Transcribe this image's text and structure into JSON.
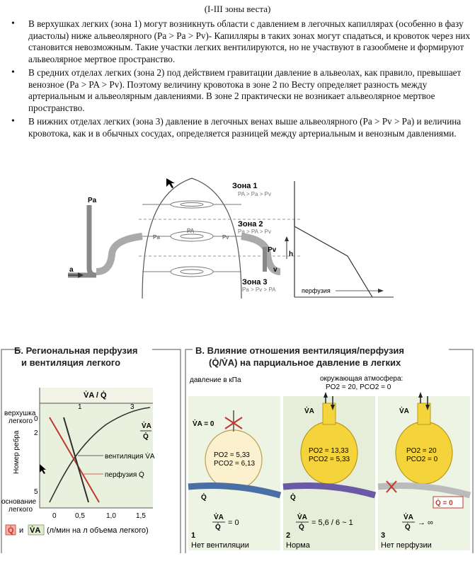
{
  "title": "(I-III зоны веста)",
  "bullets": [
    "В верхушках легких (зона 1) могут возникнуть области с давлением в легочных капиллярах (особенно в фазу диастолы) ниже альвеолярного (Pa > Pa > Pv)- Капилляры в таких зонах могут спадаться, и кровоток через них становится невозможным. Такие участки легких вентилируются, но не участвуют в газообмене и формируют альвеолярное мертвое пространство.",
    "В средних отделах легких (зона 2) под действием гравитации давление в альвеолах, как правило, превышает венозное (Pa > PA > Pv). Поэтому величину кровотока в зоне 2 по Весту определяет разность между артериальным и альвеолярным давлениями. В зоне 2 практически не возникает альвеолярное мертвое пространство.",
    "В нижних отделах легких (зона 3) давление в легочных венах выше альвеолярного (Pa > Pv > Pa) и величина кровотока, как и в обычных сосудах, определяется разницей между артериальным и венозным давлениями."
  ],
  "west": {
    "zone1": "Зона 1",
    "zone1_formula": "PA > Pa > Pv",
    "zone2": "Зона 2",
    "zone2_formula": "Pa > PA > Pv",
    "zone3": "Зона 3",
    "zone3_formula": "Pa > Pv > PA",
    "pa": "Pa",
    "pv": "Pv",
    "pa_alv": "PA",
    "a": "a",
    "v": "v",
    "h": "h",
    "perfusion": "перфузия"
  },
  "panelB": {
    "title_line1": "Б. Региональная перфузия",
    "title_line2": "и вентиляция легкого",
    "top_axis": "V̇A / Q̇",
    "top_ticks": [
      "1",
      "3"
    ],
    "y_axis": "Номер ребра",
    "y_top_line1": "верхушка",
    "y_top_line2": "легкого",
    "y_bottom_line1": "основание",
    "y_bottom_line2": "легкого",
    "y_ticks": [
      "0",
      "2",
      "5"
    ],
    "x_ticks": [
      "0",
      "0,5",
      "1,0",
      "1,5"
    ],
    "ratio_num": "V̇A",
    "ratio_den": "Q̇",
    "vent": "вентиляция V̇A",
    "perf": "перфузия Q̇",
    "x_label_q": "Q̇",
    "x_label_and": "и",
    "x_label_v": "V̇A",
    "x_label_rest": "(л/мин на л объема легкого)"
  },
  "panelV": {
    "title_line1": "В. Влияние отношения вентиляция/перфузия",
    "title_line2": "(Q̇/V̇A) на парциальное давление в легких",
    "pressure_unit": "давление в кПа",
    "ambient_line1": "окружающая атмосфера:",
    "ambient_line2": "PO2 = 20, PCO2 = 0",
    "va": "V̇A",
    "va_zero": "V̇A = 0",
    "q": "Q̇",
    "q_zero": "Q̇ = 0",
    "c1_po2": "PO2 = 5,33",
    "c1_pco2": "PCO2 = 6,13",
    "c2_po2": "PO2 = 13,33",
    "c2_pco2": "PCO2 = 5,33",
    "c3_po2": "PO2 = 20",
    "c3_pco2": "PCO2 = 0",
    "r1": "= 0",
    "r2": "= 5,6 / 6 ~ 1",
    "r3": "→ ∞",
    "n1": "1",
    "n2": "2",
    "n3": "3",
    "cap1": "Нет вентиляции",
    "cap2": "Норма",
    "cap3": "Нет перфузии"
  }
}
